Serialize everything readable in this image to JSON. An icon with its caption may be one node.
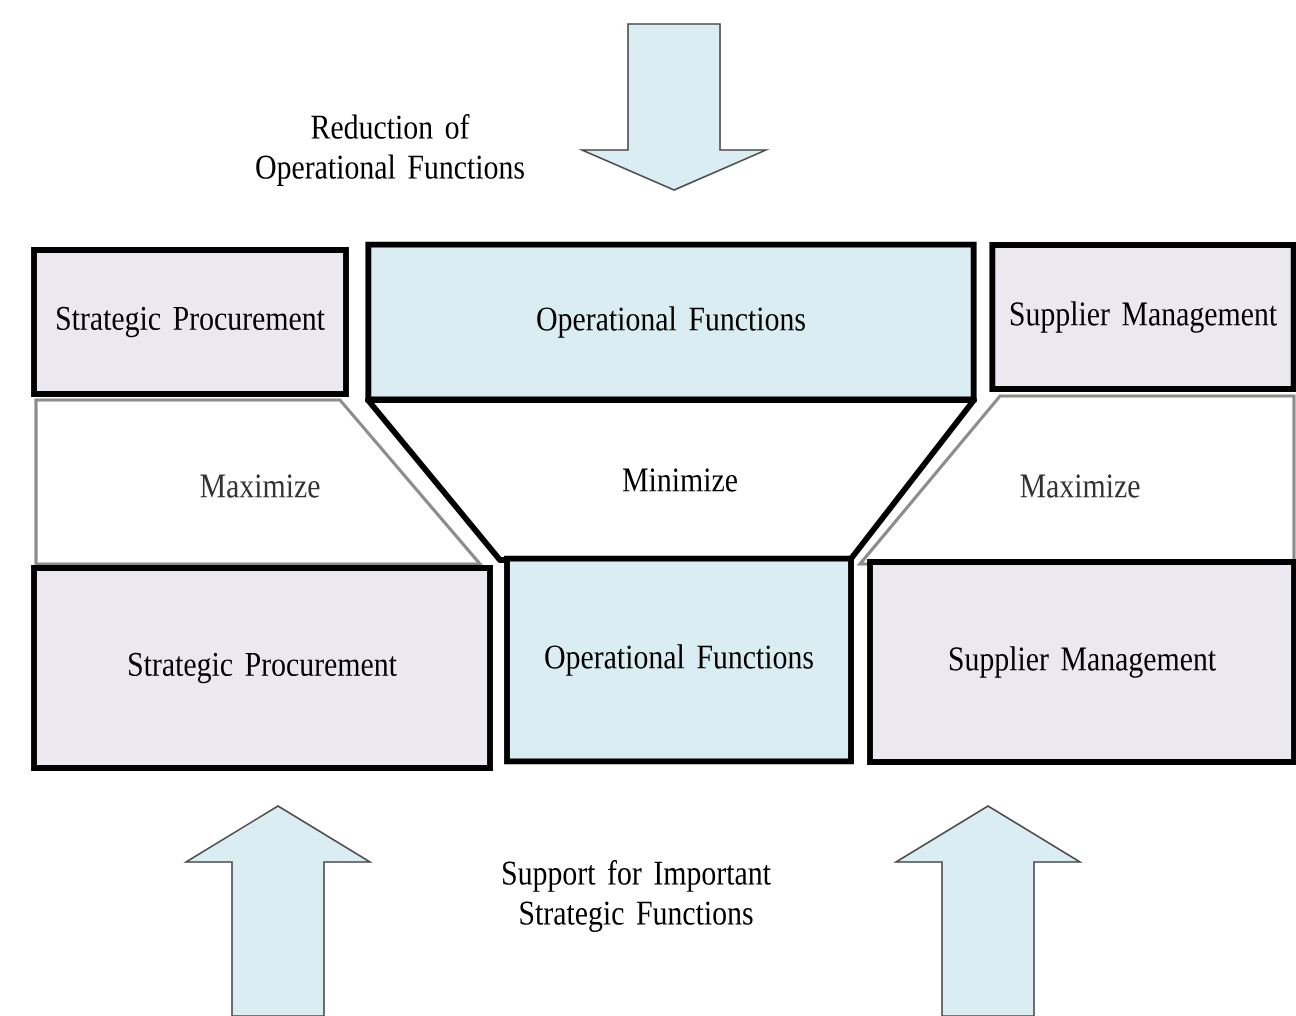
{
  "diagram": {
    "nodes": [
      {
        "text": [
          "Strategic Procurement"
        ]
      },
      {
        "text": [
          "Operational Functions"
        ]
      },
      {
        "text": [
          "Supplier Management"
        ]
      },
      {
        "text": [
          "Maximize"
        ]
      },
      {
        "text": [
          "Minimize"
        ]
      },
      {
        "text": [
          "Maximize"
        ]
      },
      {
        "text": [
          "Strategic Procurement"
        ]
      },
      {
        "text": [
          "Operational Functions"
        ]
      },
      {
        "text": [
          "Supplier Management"
        ]
      }
    ],
    "labels": [
      "Reduction of Operational Functions",
      "Support for Important Strategic Functions"
    ]
  }
}
